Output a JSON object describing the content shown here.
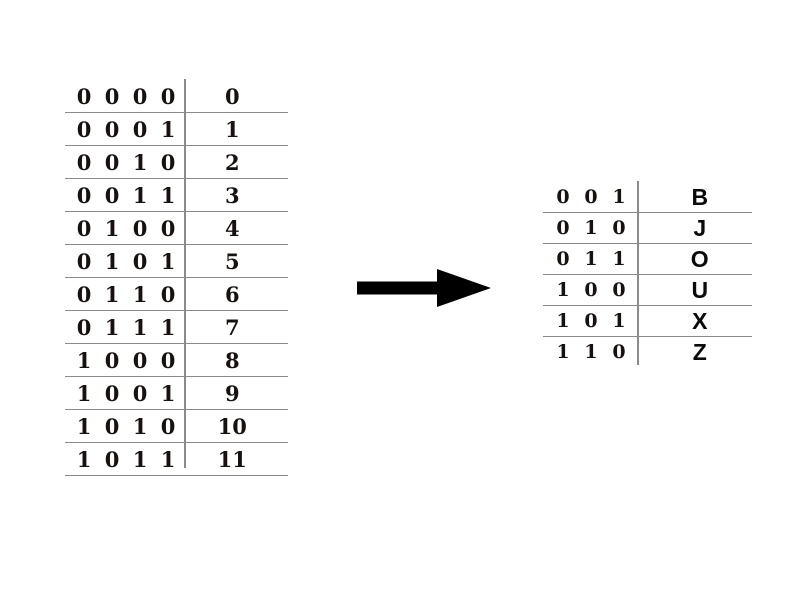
{
  "diagram": {
    "title": "Binary code mapping diagram",
    "background_color": "#ffffff",
    "rule_color": "#8a8a8a",
    "text_color": "#17120f",
    "arrow_color": "#000000"
  },
  "arrow": {
    "name": "maps-to-arrow",
    "direction": "right",
    "label": ""
  },
  "left_table": {
    "name": "binary-to-decimal-table",
    "bit_width": 4,
    "rows": [
      {
        "bits": [
          "0",
          "0",
          "0",
          "0"
        ],
        "value": "0"
      },
      {
        "bits": [
          "0",
          "0",
          "0",
          "1"
        ],
        "value": "1"
      },
      {
        "bits": [
          "0",
          "0",
          "1",
          "0"
        ],
        "value": "2"
      },
      {
        "bits": [
          "0",
          "0",
          "1",
          "1"
        ],
        "value": "3"
      },
      {
        "bits": [
          "0",
          "1",
          "0",
          "0"
        ],
        "value": "4"
      },
      {
        "bits": [
          "0",
          "1",
          "0",
          "1"
        ],
        "value": "5"
      },
      {
        "bits": [
          "0",
          "1",
          "1",
          "0"
        ],
        "value": "6"
      },
      {
        "bits": [
          "0",
          "1",
          "1",
          "1"
        ],
        "value": "7"
      },
      {
        "bits": [
          "1",
          "0",
          "0",
          "0"
        ],
        "value": "8"
      },
      {
        "bits": [
          "1",
          "0",
          "0",
          "1"
        ],
        "value": "9"
      },
      {
        "bits": [
          "1",
          "0",
          "1",
          "0"
        ],
        "value": "10"
      },
      {
        "bits": [
          "1",
          "0",
          "1",
          "1"
        ],
        "value": "11"
      }
    ]
  },
  "right_table": {
    "name": "binary-to-letter-table",
    "bit_width": 3,
    "rows": [
      {
        "bits": [
          "0",
          "0",
          "1"
        ],
        "value": "B"
      },
      {
        "bits": [
          "0",
          "1",
          "0"
        ],
        "value": "J"
      },
      {
        "bits": [
          "0",
          "1",
          "1"
        ],
        "value": "O"
      },
      {
        "bits": [
          "1",
          "0",
          "0"
        ],
        "value": "U"
      },
      {
        "bits": [
          "1",
          "0",
          "1"
        ],
        "value": "X"
      },
      {
        "bits": [
          "1",
          "1",
          "0"
        ],
        "value": "Z"
      }
    ]
  }
}
